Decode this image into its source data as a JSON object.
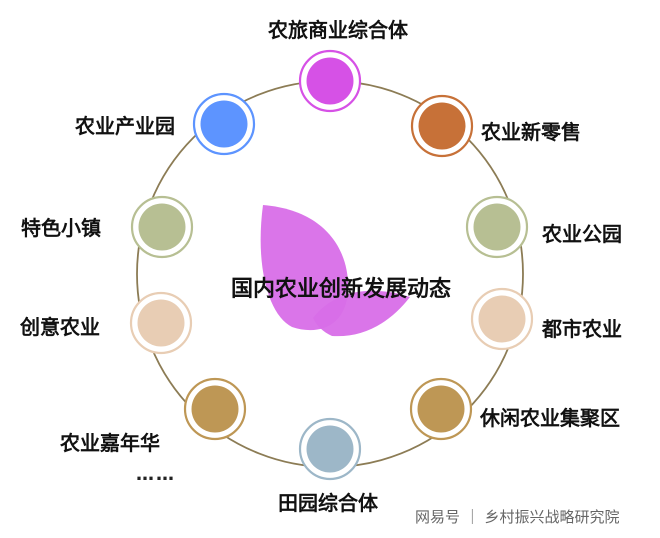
{
  "diagram": {
    "center_title": "国内农业创新发展动态",
    "nodes": [
      {
        "label": "农旅商业综合体",
        "color": "#d651e6"
      },
      {
        "label": "农业新零售",
        "color": "#c77138"
      },
      {
        "label": "农业公园",
        "color": "#b7bf93"
      },
      {
        "label": "都市农业",
        "color": "#e8cdb4"
      },
      {
        "label": "休闲农业集聚区",
        "color": "#be9755"
      },
      {
        "label": "田园综合体",
        "color": "#9db7c8"
      },
      {
        "label": "农业嘉年华",
        "color": "#be9755"
      },
      {
        "label": "创意农业",
        "color": "#e8cdb4"
      },
      {
        "label": "特色小镇",
        "color": "#b7bf93"
      },
      {
        "label": "农业产业园",
        "color": "#5d94ff"
      }
    ],
    "ellipsis": "……",
    "ring_color": "#8c7c55",
    "leaf_color": "#d86ee8"
  },
  "watermark": "网易号 ｜ 乡村振兴战略研究院"
}
